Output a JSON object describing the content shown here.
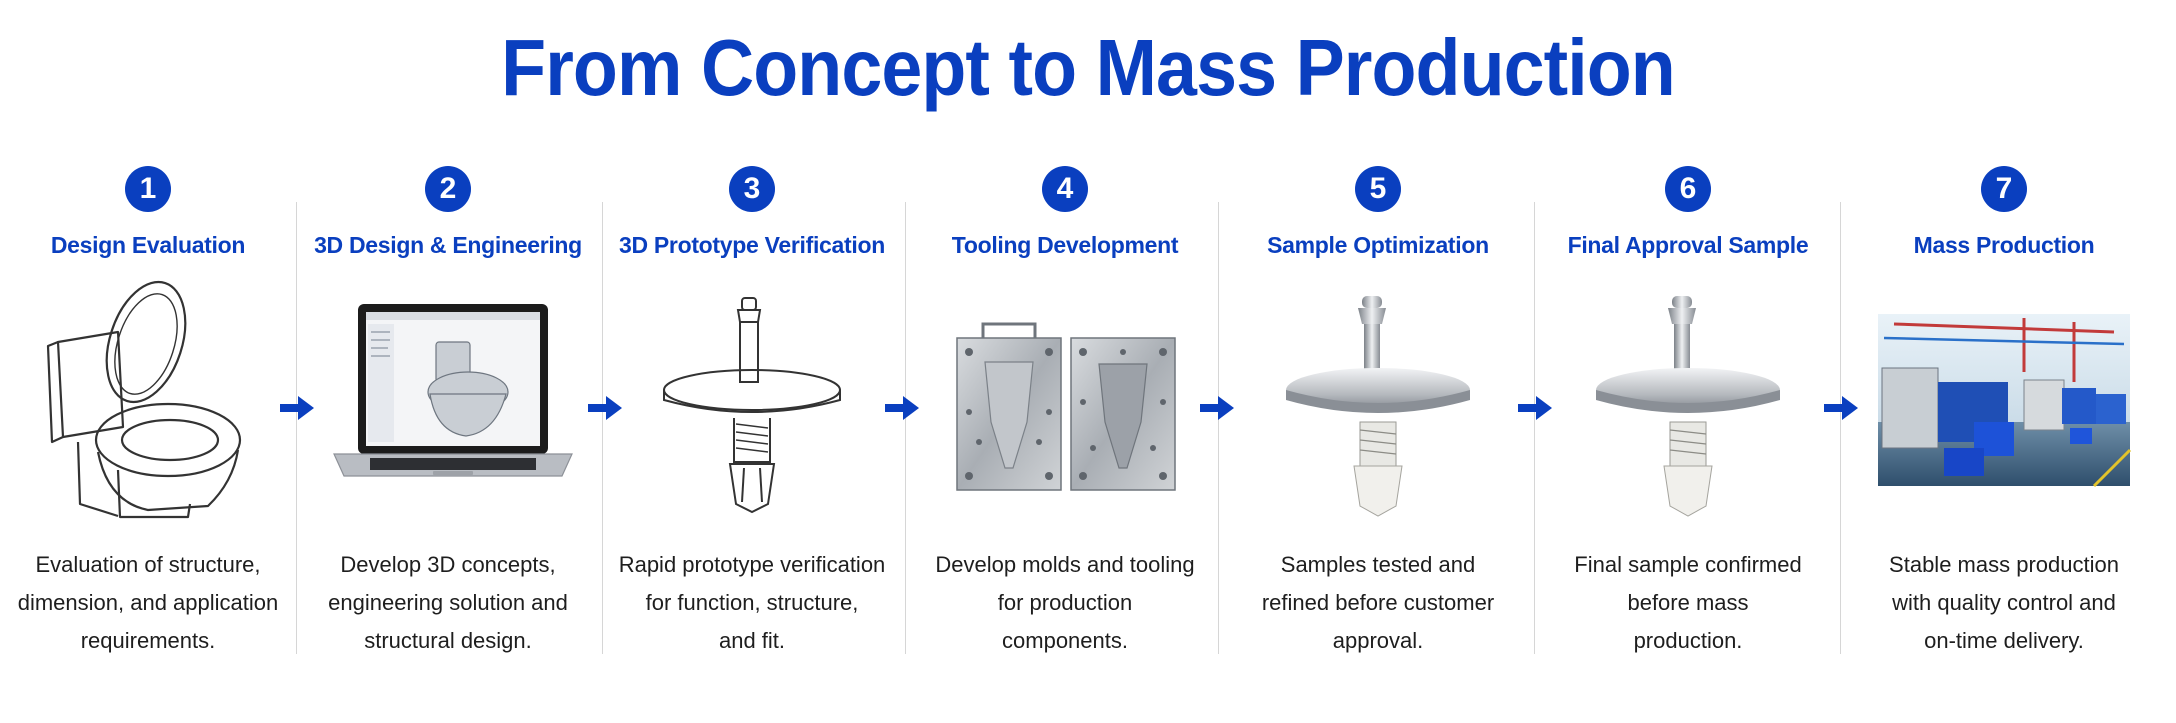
{
  "title": "From Concept to Mass Production",
  "steps": [
    {
      "number": "1",
      "title": "Design Evaluation",
      "description": "Evaluation of structure,\ndimension, and application\nrequirements.",
      "illustration": "toilet-sketch"
    },
    {
      "number": "2",
      "title": "3D Design & Engineering",
      "description": "Develop 3D concepts,\nengineering solution and\nstructural design.",
      "illustration": "laptop-cad"
    },
    {
      "number": "3",
      "title": "3D Prototype Verification",
      "description": "Rapid prototype verification\nfor function, structure,\nand fit.",
      "illustration": "prototype-sketch"
    },
    {
      "number": "4",
      "title": "Tooling Development",
      "description": "Develop molds and tooling\nfor production\ncomponents.",
      "illustration": "mold-tooling"
    },
    {
      "number": "5",
      "title": "Sample Optimization",
      "description": "Samples tested and\nrefined before customer\napproval.",
      "illustration": "metal-hinge"
    },
    {
      "number": "6",
      "title": "Final Approval Sample",
      "description": "Final sample confirmed\nbefore mass\nproduction.",
      "illustration": "metal-hinge"
    },
    {
      "number": "7",
      "title": "Mass Production",
      "description": "Stable mass production\nwith quality control and\non-time delivery.",
      "illustration": "factory-photo"
    }
  ],
  "colors": {
    "accent": "#0a3fbf",
    "divider": "#d6d6d6",
    "text": "#1e1e1e"
  }
}
